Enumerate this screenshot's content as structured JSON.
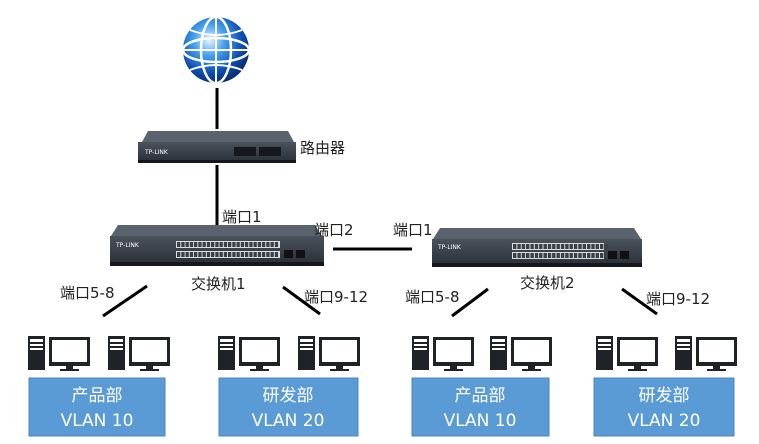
{
  "router": {
    "label": "路由器",
    "brand": "TP-LINK"
  },
  "switches": [
    {
      "label": "交换机1",
      "brand": "TP-LINK",
      "uplink_port": "端口1",
      "trunk_port": "端口2",
      "left_ports": "端口5-8",
      "right_ports": "端口9-12"
    },
    {
      "label": "交换机2",
      "brand": "TP-LINK",
      "uplink_port": "端口1",
      "left_ports": "端口5-8",
      "right_ports": "端口9-12"
    }
  ],
  "vlans": [
    {
      "dept": "产品部",
      "vlan": "VLAN 10"
    },
    {
      "dept": "研发部",
      "vlan": "VLAN 20"
    },
    {
      "dept": "产品部",
      "vlan": "VLAN 10"
    },
    {
      "dept": "研发部",
      "vlan": "VLAN 20"
    }
  ],
  "colors": {
    "vlan_box": "#5b9bd5",
    "vlan_border": "#4a86bf",
    "device": "#2b3138",
    "line": "#000000"
  },
  "icons": [
    "globe-icon",
    "router-icon",
    "switch-icon",
    "computer-icon"
  ]
}
